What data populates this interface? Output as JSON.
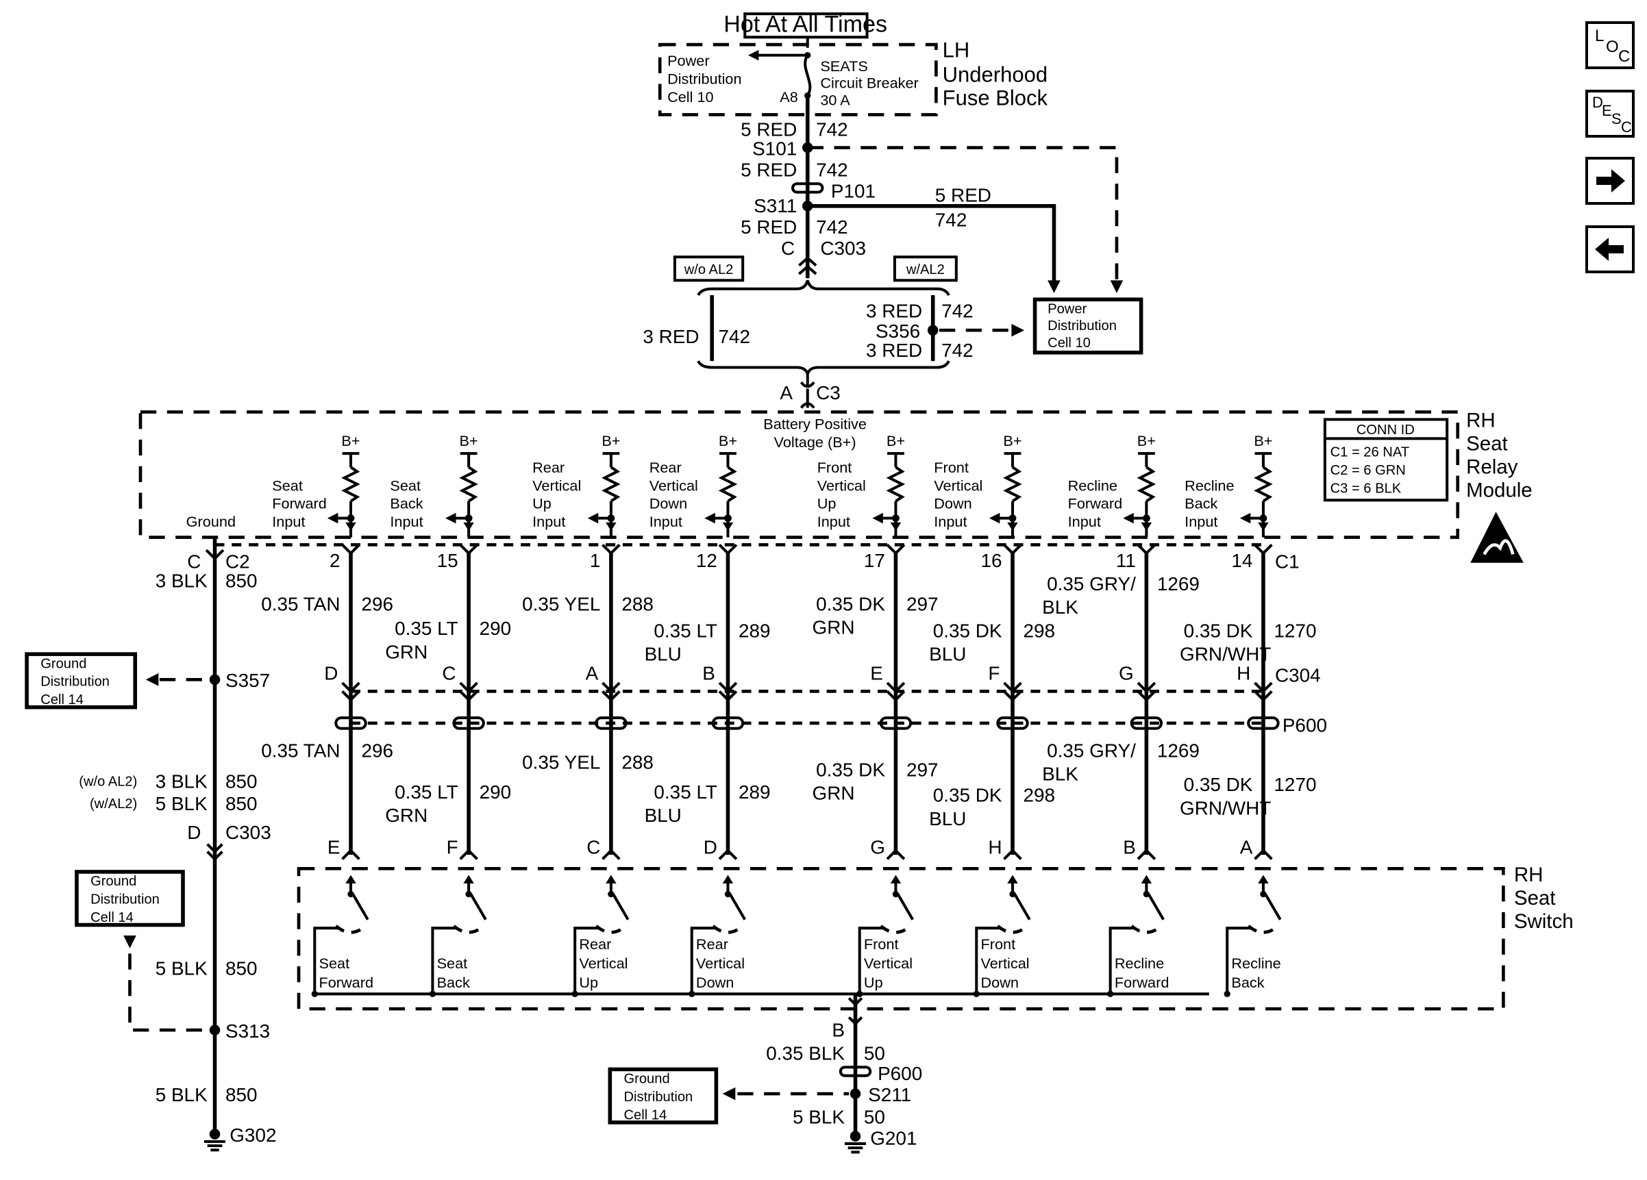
{
  "header": {
    "hot_label": "Hot At All Times"
  },
  "fuse_block": {
    "title_lines": [
      "LH",
      "Underhood",
      "Fuse Block"
    ],
    "pdc_lines": [
      "Power",
      "Distribution",
      "Cell 10"
    ],
    "breaker_lines": [
      "SEATS",
      "Circuit Breaker",
      "30 A"
    ],
    "cavity": "A8"
  },
  "feed": {
    "w1_ga": "5 RED",
    "w1_num": "742",
    "s101": "S101",
    "w2_ga": "5 RED",
    "w2_num": "742",
    "p101": "P101",
    "s311": "S311",
    "w3_ga": "5 RED",
    "w3_num": "742",
    "c303_pin": "C",
    "c303": "C303",
    "branch_ga": "5 RED",
    "branch_num": "742",
    "wo_al2": "w/o AL2",
    "w_al2": "w/AL2",
    "left_ga": "3 RED",
    "left_num": "742",
    "s356_top_ga": "3 RED",
    "s356_top_num": "742",
    "s356": "S356",
    "s356_bot_ga": "3 RED",
    "s356_bot_num": "742",
    "pdc2_lines": [
      "Power",
      "Distribution",
      "Cell 10"
    ],
    "c3_pin": "A",
    "c3": "C3"
  },
  "module": {
    "title_lines": [
      "RH",
      "Seat",
      "Relay",
      "Module"
    ],
    "bplus_lines": [
      "Battery Positive",
      "Voltage (B+)"
    ],
    "bplus": "B+",
    "ground_label": "Ground",
    "conn_id": {
      "title": "CONN ID",
      "rows": [
        "C1 = 26 NAT",
        "C2 = 6 GRN",
        "C3 = 6 BLK"
      ]
    },
    "inputs": [
      {
        "lines": [
          "Seat",
          "Forward",
          "Input"
        ]
      },
      {
        "lines": [
          "Seat",
          "Back",
          "Input"
        ]
      },
      {
        "lines": [
          "Rear",
          "Vertical",
          "Up",
          "Input"
        ]
      },
      {
        "lines": [
          "Rear",
          "Vertical",
          "Down",
          "Input"
        ]
      },
      {
        "lines": [
          "Front",
          "Vertical",
          "Up",
          "Input"
        ]
      },
      {
        "lines": [
          "Front",
          "Vertical",
          "Down",
          "Input"
        ]
      },
      {
        "lines": [
          "Recline",
          "Forward",
          "Input"
        ]
      },
      {
        "lines": [
          "Recline",
          "Back",
          "Input"
        ]
      }
    ]
  },
  "ground_wire": {
    "pin_c": "C",
    "c2": "C2",
    "ga1": "3 BLK",
    "num1": "850",
    "s357": "S357",
    "gdc_lines": [
      "Ground",
      "Distribution",
      "Cell 14"
    ],
    "wo_al2": "(w/o AL2)",
    "ga_wo": "3 BLK",
    "num_wo": "850",
    "w_al2": "(w/AL2)",
    "ga_w": "5 BLK",
    "num_w": "850",
    "pin_d": "D",
    "c303": "C303",
    "gdc2_lines": [
      "Ground",
      "Distribution",
      "Cell 14"
    ],
    "ga2": "5 BLK",
    "num2": "850",
    "s313": "S313",
    "ga3": "5 BLK",
    "num3": "850",
    "g302": "G302"
  },
  "circuits": [
    {
      "pin": "2",
      "ga": "0.35 TAN",
      "num": "296",
      "c304": "D",
      "sw_pin": "E",
      "switch_lines": [
        "Seat",
        "Forward"
      ]
    },
    {
      "pin": "15",
      "ga": "0.35 LT GRN",
      "num": "290",
      "c304": "C",
      "sw_pin": "F",
      "switch_lines": [
        "Seat",
        "Back"
      ]
    },
    {
      "pin": "1",
      "ga": "0.35 YEL",
      "num": "288",
      "c304": "A",
      "sw_pin": "C",
      "switch_lines": [
        "Rear",
        "Vertical",
        "Up"
      ]
    },
    {
      "pin": "12",
      "ga": "0.35 LT BLU",
      "num": "289",
      "c304": "B",
      "sw_pin": "D",
      "switch_lines": [
        "Rear",
        "Vertical",
        "Down"
      ]
    },
    {
      "pin": "17",
      "ga": "0.35 DK GRN",
      "num": "297",
      "c304": "E",
      "sw_pin": "G",
      "switch_lines": [
        "Front",
        "Vertical",
        "Up"
      ]
    },
    {
      "pin": "16",
      "ga": "0.35 DK BLU",
      "num": "298",
      "c304": "F",
      "sw_pin": "H",
      "switch_lines": [
        "Front",
        "Vertical",
        "Down"
      ]
    },
    {
      "pin": "11",
      "ga": "0.35 GRY/ BLK",
      "num": "1269",
      "c304": "G",
      "sw_pin": "B",
      "switch_lines": [
        "Recline",
        "Forward"
      ]
    },
    {
      "pin": "14",
      "ga": "0.35 DK GRN/WHT",
      "num": "1270",
      "c304": "H",
      "sw_pin": "A",
      "switch_lines": [
        "Recline",
        "Back"
      ]
    }
  ],
  "connectors": {
    "c1": "C1",
    "c304": "C304",
    "p600": "P600"
  },
  "switch": {
    "title_lines": [
      "RH",
      "Seat",
      "Switch"
    ],
    "pin_b": "B",
    "ga": "0.35 BLK",
    "num": "50",
    "p600": "P600",
    "gdc_lines": [
      "Ground",
      "Distribution",
      "Cell 14"
    ],
    "s211": "S211",
    "ga2": "5 BLK",
    "num2": "50",
    "g201": "G201"
  },
  "nav": [
    {
      "name": "loc-button",
      "sup": "L",
      "sub": "O",
      "sub2": "C"
    },
    {
      "name": "desc-button",
      "sup": "D",
      "sub": "E",
      "sub2": "S",
      "sub3": "C"
    },
    {
      "name": "forward-arrow-button",
      "glyph": "forward-arrow-icon"
    },
    {
      "name": "back-arrow-button",
      "glyph": "back-arrow-icon"
    }
  ]
}
